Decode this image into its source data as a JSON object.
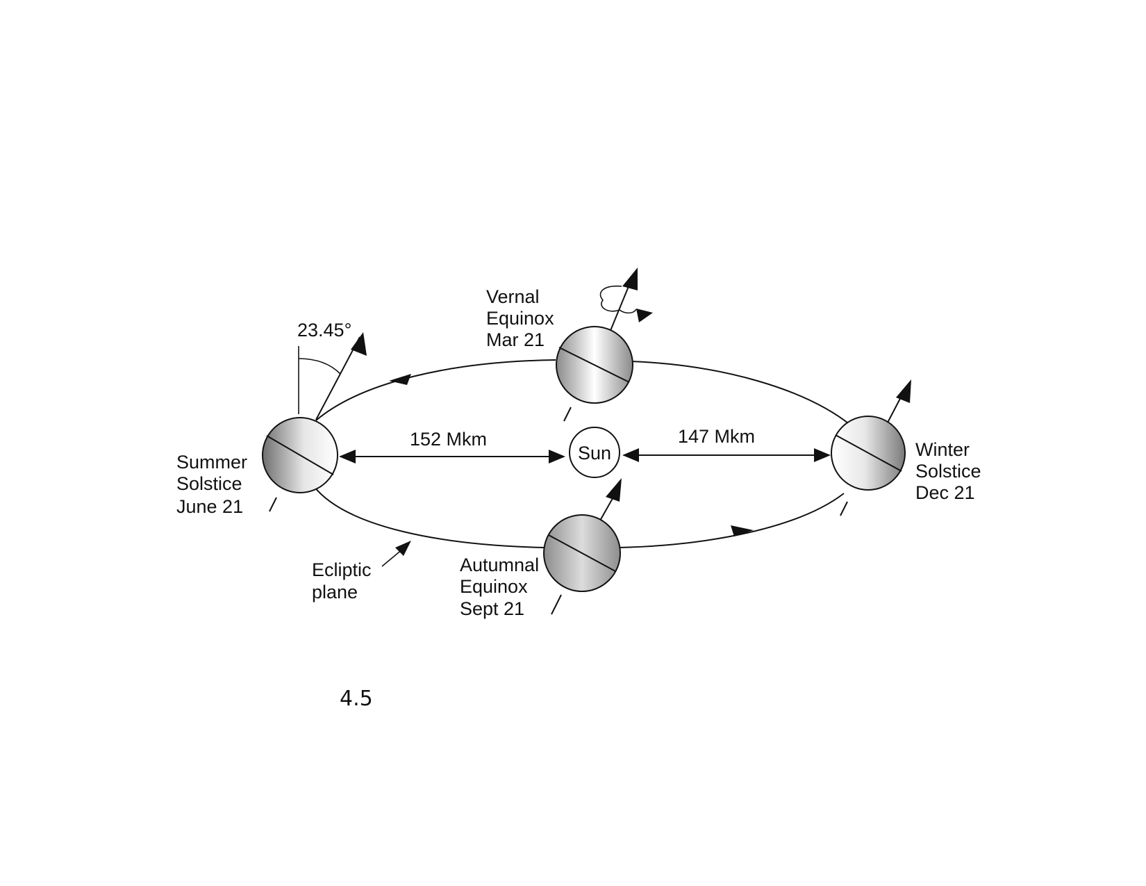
{
  "angle_label": "23.45°",
  "sun_label": "Sun",
  "distances": {
    "left": "152 Mkm",
    "right": "147 Mkm"
  },
  "positions": {
    "vernal": [
      "Vernal",
      "Equinox",
      "Mar 21"
    ],
    "summer": [
      "Summer",
      "Solstice",
      "June 21"
    ],
    "winter": [
      "Winter",
      "Solstice",
      "Dec 21"
    ],
    "autumnal": [
      "Autumnal",
      "Equinox",
      "Sept 21"
    ]
  },
  "ecliptic_label": [
    "Ecliptic",
    "plane"
  ],
  "page_number": "4.5",
  "colors": {
    "ink": "#111111",
    "earth_dark": "#7a7a7a",
    "earth_light": "#ffffff"
  }
}
